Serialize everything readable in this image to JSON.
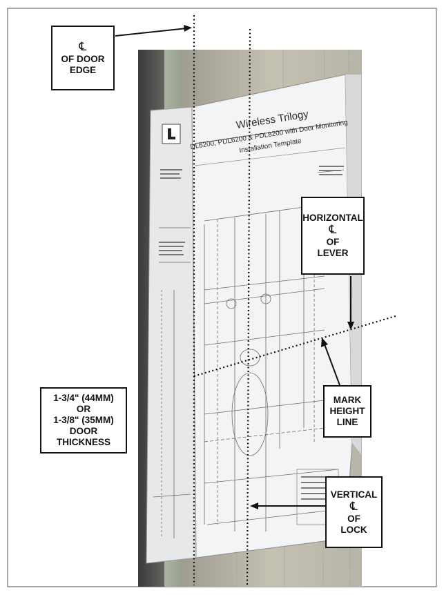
{
  "callouts": {
    "door_edge": {
      "symbol": "℄",
      "line1": "OF DOOR",
      "line2": "EDGE"
    },
    "horizontal": {
      "title": "HORIZONTAL",
      "symbol": "℄",
      "line2": "OF",
      "line3": "LEVER"
    },
    "thickness": {
      "line1": "1-3/4\" (44MM)",
      "line2": "OR",
      "line3": "1-3/8\" (35MM)",
      "line4": "DOOR",
      "line5": "THICKNESS"
    },
    "mark": {
      "line1": "MARK",
      "line2": "HEIGHT",
      "line3": "LINE"
    },
    "vertical": {
      "title": "VERTICAL",
      "symbol": "℄",
      "line2": "OF",
      "line3": "LOCK"
    }
  },
  "template": {
    "title": "Wireless Trilogy",
    "subtitle": "DL6200, PDL6200 & PDL8200 with Door Monitoring",
    "subtitle2": "Installation Template"
  },
  "colors": {
    "border": "#555555",
    "door_face": "#b9b6a6",
    "door_edge": "#a9b3a0",
    "door_shadow": "#4a4a4a",
    "paper": "#f3f4f6",
    "ink": "#111111"
  }
}
